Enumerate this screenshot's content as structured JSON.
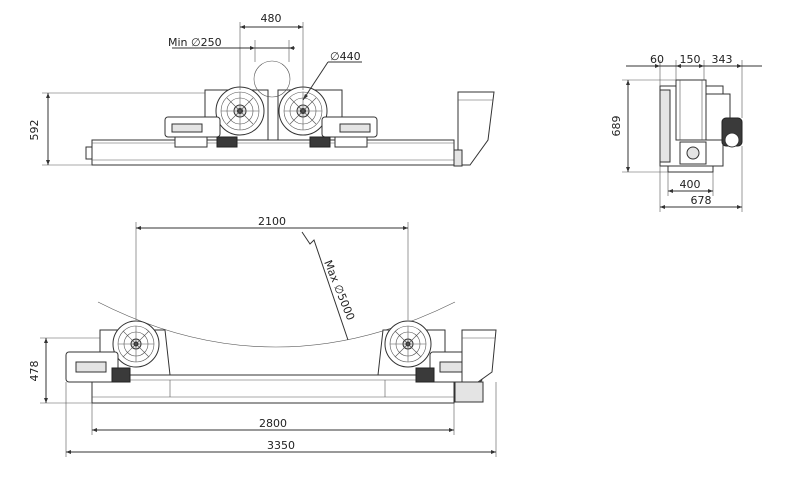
{
  "drawing": {
    "colors": {
      "line": "#333333",
      "text": "#222222",
      "background": "#ffffff"
    },
    "dimensions": {
      "top_width": "480",
      "min_diameter": "Min ∅250",
      "wheel_diameter": "∅440",
      "side_height": "592",
      "end_60": "60",
      "end_150": "150",
      "end_343": "343",
      "end_height": "689",
      "end_400": "400",
      "end_678": "678",
      "span_2100": "2100",
      "max_diameter": "Max ∅5000",
      "front_height": "478",
      "width_2800": "2800",
      "width_3350": "3350"
    }
  }
}
